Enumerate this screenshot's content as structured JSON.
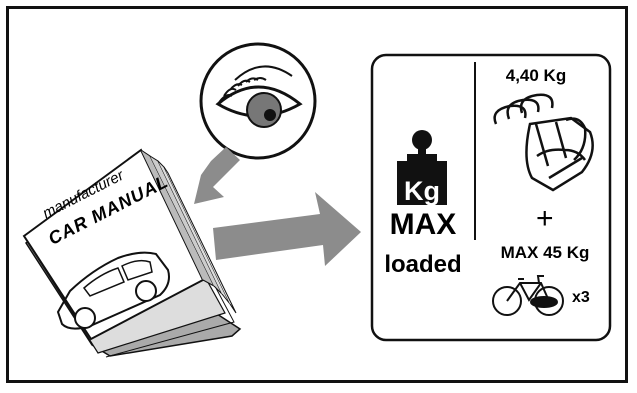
{
  "manual": {
    "line1": "manufacturer",
    "line2": "CAR MANUAL"
  },
  "panel": {
    "weight_icon_label": "Kg",
    "max_label": "MAX",
    "loaded_label": "loaded",
    "rack_weight": "4,40 Kg",
    "plus_sign": "+",
    "max_load": "MAX  45 Kg",
    "bike_count": "x3"
  },
  "icons": [
    "eye-icon",
    "manual-book-icon",
    "arrow-icon",
    "weight-icon",
    "bike-rack-icon",
    "bicycle-icon"
  ]
}
